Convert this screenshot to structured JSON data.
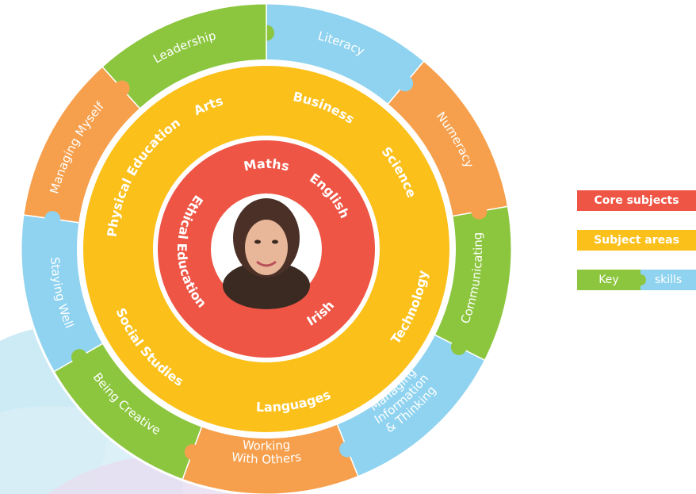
{
  "core_subjects": [
    "Maths",
    "English",
    "Irish",
    "Ethical Education"
  ],
  "subject_areas": [
    "Arts",
    "Business",
    "Science",
    "Technology",
    "Languages",
    "Social Studies",
    "Physical Education"
  ],
  "key_skills": [
    {
      "lines": [
        "Literacy"
      ],
      "color": "#8fd3f0"
    },
    {
      "lines": [
        "Numeracy"
      ],
      "color": "#f6a04d"
    },
    {
      "lines": [
        "Communicating"
      ],
      "color": "#8cc63f"
    },
    {
      "lines": [
        "Managing",
        "Information",
        "& Thinking"
      ],
      "color": "#8fd3f0"
    },
    {
      "lines": [
        "Working",
        "With Others"
      ],
      "color": "#f6a04d"
    },
    {
      "lines": [
        "Being Creative"
      ],
      "color": "#8cc63f"
    },
    {
      "lines": [
        "Staying Well"
      ],
      "color": "#8fd3f0"
    },
    {
      "lines": [
        "Managing Myself"
      ],
      "color": "#f6a04d"
    },
    {
      "lines": [
        "Leadership"
      ],
      "color": "#8cc63f"
    }
  ],
  "legend": {
    "core": "Core subjects",
    "areas": "Subject areas",
    "key_left": "Key",
    "key_right": "skills"
  },
  "colors": {
    "core": "#ee5545",
    "areas": "#fbc01a",
    "green": "#8cc63f",
    "blue": "#8fd3f0",
    "orange": "#f6a04d"
  }
}
